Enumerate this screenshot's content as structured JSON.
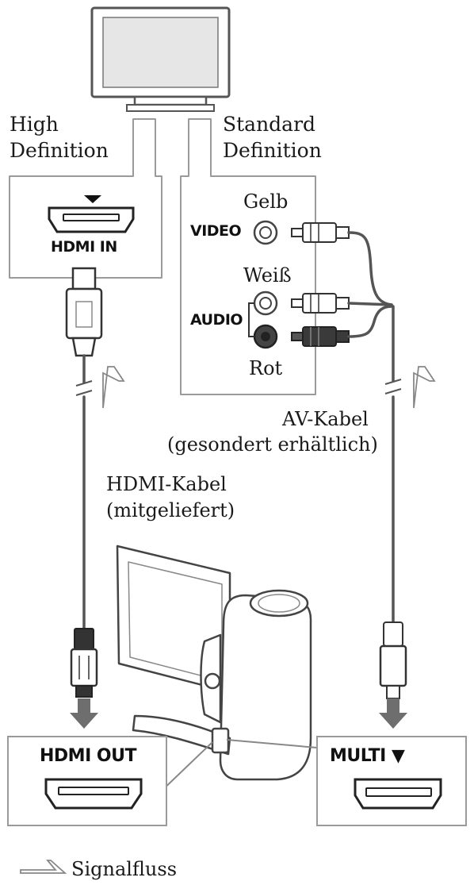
{
  "labels": {
    "high_definition_line1": "High",
    "high_definition_line2": "Definition",
    "standard_definition_line1": "Standard",
    "standard_definition_line2": "Definition",
    "gelb": "Gelb",
    "weiss": "Weiß",
    "rot": "Rot",
    "av_cable_line1": "AV-Kabel",
    "av_cable_line2": "(gesondert erhältlich)",
    "hdmi_cable_line1": "HDMI-Kabel",
    "hdmi_cable_line2": "(mitgeliefert)",
    "signal_flow": "Signalfluss"
  },
  "ports": {
    "hdmi_in": "HDMI IN",
    "video": "VIDEO",
    "audio": "AUDIO",
    "hdmi_out": "HDMI OUT",
    "multi": "MULTI ▼"
  },
  "colors": {
    "line": "#555555",
    "box_border": "#9a9a9a",
    "screen": "#e6e6e6",
    "arrow": "#6e6e6e",
    "red_plug": "#3a3a3a"
  }
}
